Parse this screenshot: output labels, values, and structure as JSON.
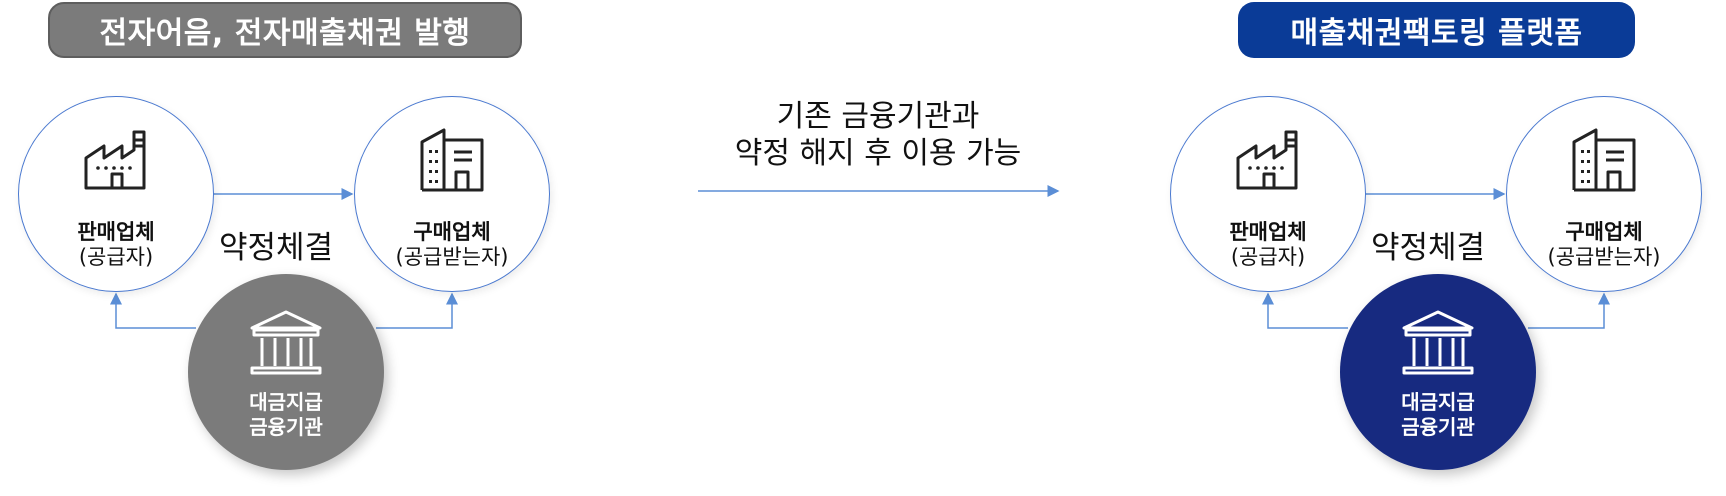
{
  "left_panel": {
    "title": "전자어음, 전자매출채권 발행",
    "seller": {
      "name": "판매업체",
      "sub": "(공급자)"
    },
    "buyer": {
      "name": "구매업체",
      "sub": "(공급받는자)"
    },
    "contract": "약정체결",
    "bank": {
      "line1": "대금지급",
      "line2": "금융기관"
    }
  },
  "middle": {
    "line1": "기존 금융기관과",
    "line2": "약정 해지 후 이용 가능"
  },
  "right_panel": {
    "title": "매출채권팩토링 플랫폼",
    "seller": {
      "name": "판매업체",
      "sub": "(공급자)"
    },
    "buyer": {
      "name": "구매업체",
      "sub": "(공급받는자)"
    },
    "contract": "약정체결",
    "bank": {
      "line1": "대금지급",
      "line2": "금융기관"
    }
  },
  "icons": [
    "factory-icon",
    "building-icon",
    "bank-icon",
    "arrow-icon"
  ],
  "colors": {
    "left_accent": "#7b7b7b",
    "right_title": "#0a3b97",
    "right_bank": "#172a80",
    "connector": "#5b8ed6"
  }
}
